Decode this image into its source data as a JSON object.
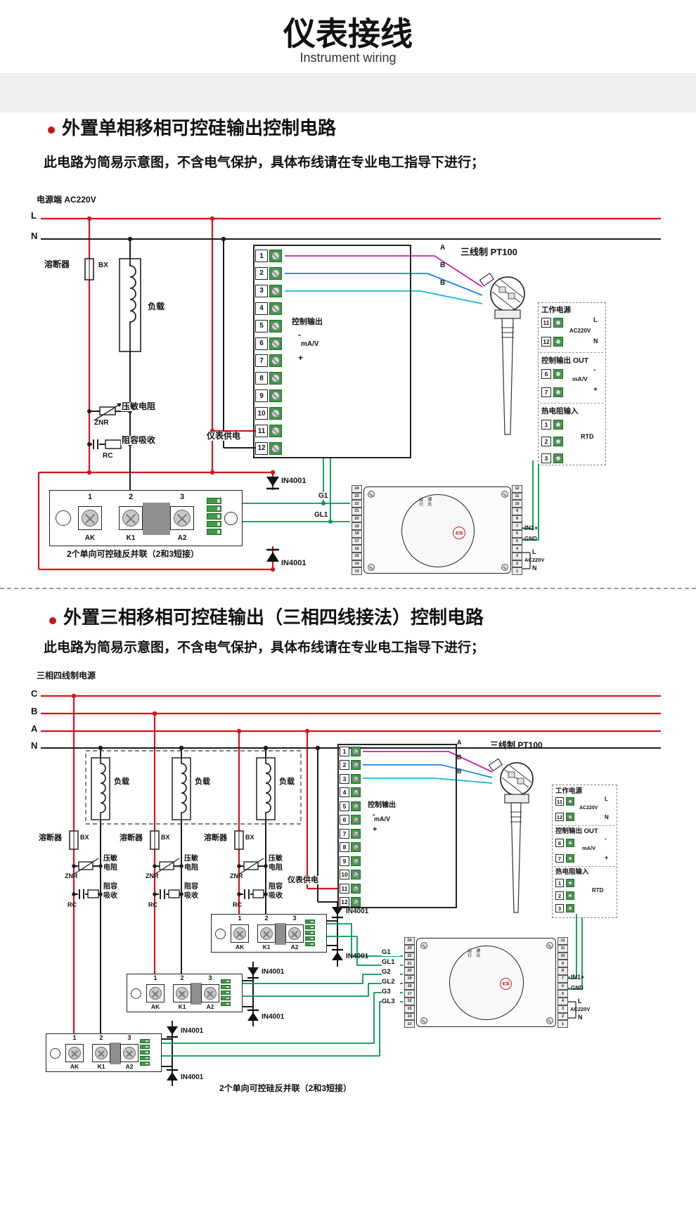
{
  "header": {
    "title": "仪表接线",
    "subtitle": "Instrument wiring"
  },
  "note": "此电路为简易示意图，不含电气保护，具体布线请在专业电工指导下进行；",
  "caption": "2个单向可控硅反并联（2和3短接）",
  "terminal_numbers": [
    "1",
    "2",
    "3",
    "4",
    "5",
    "6",
    "7",
    "8",
    "9",
    "10",
    "11",
    "12"
  ],
  "ctrl": {
    "out": "控制输出",
    "minus": "-",
    "unit": "mA/V",
    "plus": "+",
    "supply": "仪表供电"
  },
  "pt100": {
    "title": "三线制 PT100",
    "a": "A",
    "b1": "B",
    "b2": "B"
  },
  "panel": {
    "power_title": "工作电源",
    "t11": "11",
    "t12": "12",
    "L": "L",
    "AC": "AC220V",
    "N": "N",
    "out_title": "控制输出 OUT",
    "t6": "6",
    "t7": "7",
    "minus": "-",
    "unit": "mA/V",
    "plus": "+",
    "rtd_title": "热电阻输入",
    "t1": "1",
    "t2": "2",
    "t3": "3",
    "rtd": "RTD"
  },
  "scr": {
    "n1": "1",
    "n2": "2",
    "n3": "3",
    "ak": "AK",
    "k1": "K1",
    "a2": "A2"
  },
  "device": {
    "left": [
      "24",
      "23",
      "22",
      "21",
      "20",
      "19",
      "18",
      "17",
      "16",
      "15",
      "14",
      "13"
    ],
    "right": [
      "12",
      "11",
      "10",
      "9",
      "8",
      "7",
      "6",
      "5",
      "4",
      "3",
      "2",
      "1"
    ],
    "in1": "IN1+",
    "gnd": "GND",
    "L": "L",
    "AC": "AC220V",
    "N": "N",
    "run": "运行",
    "comm": "通讯",
    "brand": "虹润"
  },
  "s1": {
    "title": "外置单相移相可控硅输出控制电路",
    "power": "电源端 AC220V",
    "L": "L",
    "N": "N",
    "fuse": "溶断器",
    "fuse_model": "BX",
    "load": "负载",
    "znr_label": "压敏电阻",
    "znr": "ZNR",
    "rc_label": "阻容吸收",
    "rc": "RC",
    "diode": "IN4001",
    "g1": "G1",
    "gl1": "GL1"
  },
  "s2": {
    "title": "外置三相移相可控硅输出（三相四线接法）控制电路",
    "power": "三相四线制电源",
    "C": "C",
    "B": "B",
    "A": "A",
    "N": "N",
    "fuse": "溶断器",
    "fuse_model": "BX",
    "load": "负载",
    "znr1": "压敏",
    "znr2": "电阻",
    "znr": "ZNR",
    "rc1": "阻容",
    "rc2": "吸收",
    "rc": "RC",
    "diode": "IN4001",
    "gates": [
      "G1",
      "GL1",
      "G2",
      "GL2",
      "G3",
      "GL3"
    ]
  }
}
